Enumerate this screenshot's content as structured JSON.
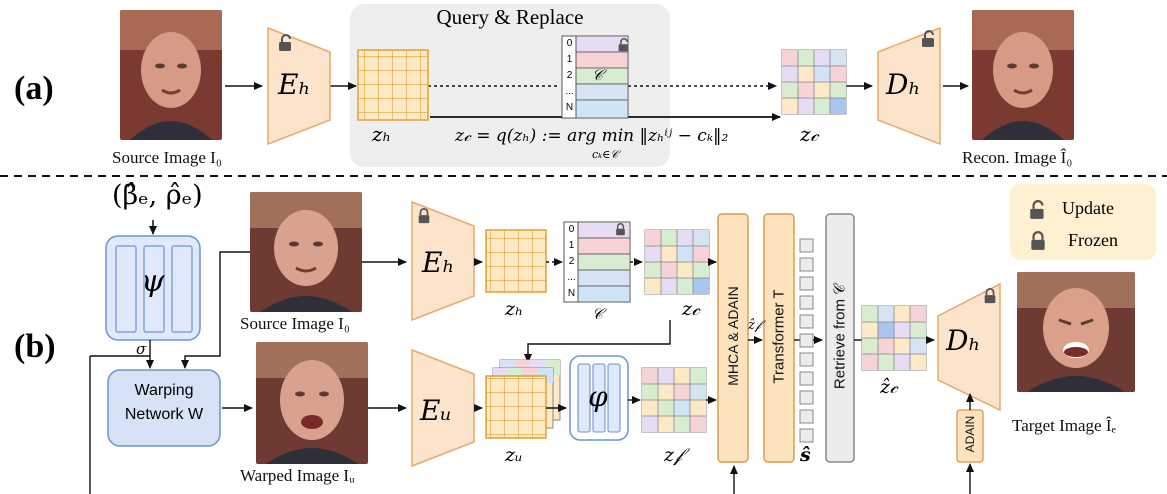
{
  "panel_a": {
    "tag": "(a)",
    "query_box_title": "Query & Replace",
    "source_caption": "Source Image I₀",
    "recon_caption": "Recon. Image Î₀",
    "encoder": "Eₕ",
    "decoder": "Dₕ",
    "z_h": "zₕ",
    "z_c": "z𝒸",
    "codebook_label": "𝒞",
    "codebook_indices": [
      "0",
      "1",
      "2",
      "...",
      "N"
    ],
    "formula": "z𝒸 = q(zₕ) := arg min ‖zₕⁱʲ − cₖ‖₂",
    "formula_sub": "cₖ∈𝒞"
  },
  "panel_b": {
    "tag": "(b)",
    "params": "(β̂ₑ, ρ̂ₑ)",
    "psi": "ψ",
    "sigma": "σ",
    "warp_line1": "Warping",
    "warp_line2": "Network W",
    "source_caption": "Source Image I₀",
    "warped_caption": "Warped Image Iᵤ",
    "target_caption": "Target Image Îₑ",
    "encoder_h": "Eₕ",
    "encoder_w": "Eᵤ",
    "decoder": "Dₕ",
    "z_h": "zₕ",
    "z_c": "z𝒸",
    "z_w": "zᵤ",
    "z_f": "z𝒻",
    "z_f_hat": "ẑ𝒻",
    "z_c_hat": "ẑ𝒸",
    "s_hat": "ŝ",
    "codebook_label": "𝒞",
    "codebook_indices": [
      "0",
      "1",
      "2",
      "...",
      "N"
    ],
    "varphi": "φ",
    "mhca": "MHCA & ADAIN",
    "transformer": "Transformer T",
    "retrieve": "Retrieve from 𝒞",
    "adain": "ADAIN"
  },
  "legend": {
    "update": "Update",
    "frozen": "Frozen"
  },
  "colors": {
    "encoder_fill": "#fce4cc",
    "encoder_stroke": "#e8a86a",
    "grid_fill": "#fde9c6",
    "grid_stroke": "#e0a030",
    "blue_fill": "#dfe9fb",
    "blue_stroke": "#6d93d6",
    "legend_bg": "#fdf1d2",
    "query_bg": "#eeeeee"
  }
}
